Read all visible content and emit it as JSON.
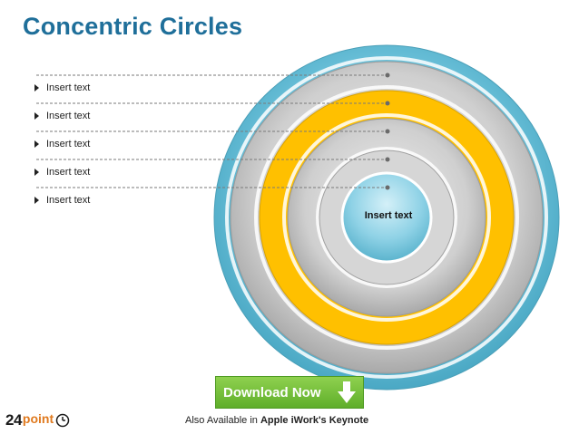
{
  "slide": {
    "title": "Concentric Circles"
  },
  "bullets": [
    {
      "label": "Insert text"
    },
    {
      "label": "Insert text"
    },
    {
      "label": "Insert text"
    },
    {
      "label": "Insert text"
    },
    {
      "label": "Insert text"
    }
  ],
  "diagram": {
    "center_label": "Insert text",
    "ring_colors": [
      "#5bb5cf",
      "#c9c9c9",
      "#ffc000",
      "#c9c9c9",
      "#7fcbe0"
    ]
  },
  "download": {
    "label": "Download Now",
    "icon": "arrow-down-icon",
    "color": "#6fbe35"
  },
  "footer": {
    "prefix": "Also Available in ",
    "highlight": "Apple iWork's Keynote"
  },
  "logo": {
    "number": "24",
    "word": "point",
    "icon": "clock-icon"
  }
}
